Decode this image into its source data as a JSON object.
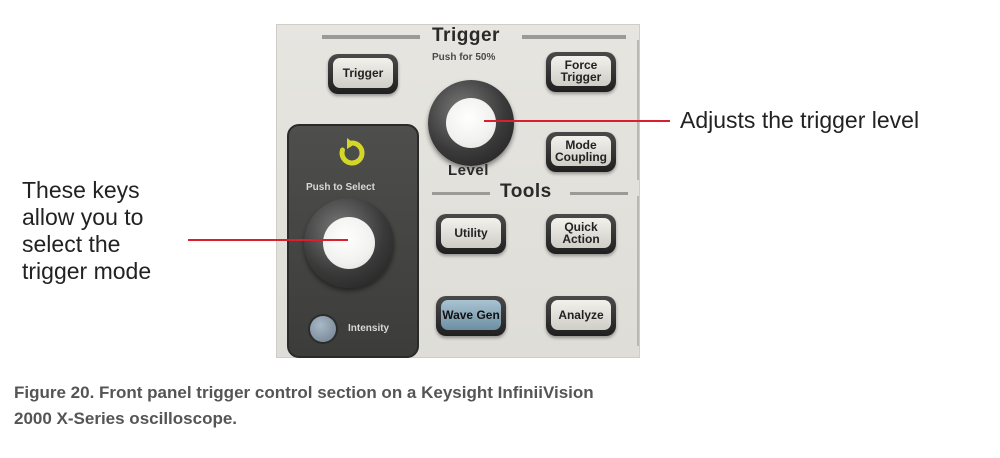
{
  "panel": {
    "trigger_section": {
      "title": "Trigger",
      "subtitle": "Push for 50%",
      "buttons": {
        "trigger": "Trigger",
        "force_trigger": "Force Trigger",
        "mode_coupling": "Mode Coupling"
      },
      "knob_label": "Level"
    },
    "tools_section": {
      "title": "Tools",
      "buttons": {
        "utility": "Utility",
        "quick_action": "Quick Action",
        "wave_gen": "Wave Gen",
        "analyze": "Analyze"
      }
    },
    "select_area": {
      "push_label": "Push to Select",
      "intensity_label": "Intensity"
    }
  },
  "annotations": {
    "left": [
      "These keys",
      "allow you to",
      "select the",
      "trigger mode"
    ],
    "right": "Adjusts the trigger level"
  },
  "caption": {
    "line1": "Figure 20. Front panel trigger control section on a Keysight InfiniiVision",
    "line2": "2000 X-Series oscilloscope."
  },
  "colors": {
    "annotation_line": "#d8202f",
    "select_icon": "#d4d628",
    "wave_gen_button": "#86a7ba"
  }
}
